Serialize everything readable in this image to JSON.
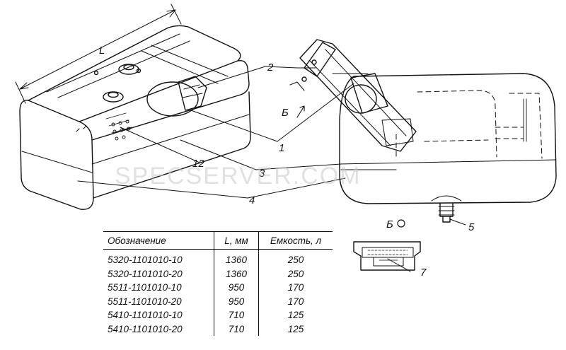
{
  "labels": {
    "dimension_l": "L",
    "part_1": "1",
    "part_2": "2",
    "part_3": "3",
    "part_4": "4",
    "part_5": "5",
    "part_7": "7",
    "part_12": "12",
    "view_b_arrow": "Б",
    "view_b_title": "Б",
    "watermark": "SPECSERVER.COM"
  },
  "table": {
    "headers": [
      "Обозначение",
      "L, мм",
      "Емкость, л"
    ],
    "rows": [
      [
        "5320-1101010-10",
        "1360",
        "250"
      ],
      [
        "5320-1101010-20",
        "1360",
        "250"
      ],
      [
        "5511-1101010-10",
        "950",
        "170"
      ],
      [
        "5511-1101010-20",
        "950",
        "170"
      ],
      [
        "5410-1101010-10",
        "710",
        "125"
      ],
      [
        "5410-1101010-20",
        "710",
        "125"
      ]
    ]
  }
}
